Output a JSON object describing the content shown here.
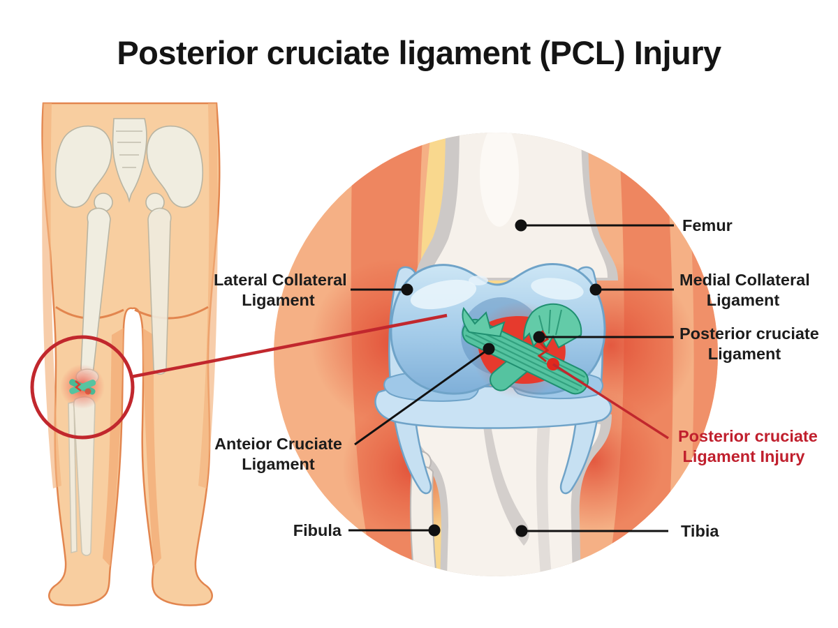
{
  "title": "Posterior cruciate ligament (PCL) Injury",
  "labels": {
    "femur": {
      "text": "Femur"
    },
    "medial_collateral": {
      "text": "Medial Collateral\nLigament"
    },
    "posterior_cruciate": {
      "text": "Posterior cruciate\nLigament"
    },
    "pcl_injury": {
      "text": "Posterior cruciate\nLigament Injury"
    },
    "tibia": {
      "text": "Tibia"
    },
    "lateral_collateral": {
      "text": "Lateral Collateral\nLigament"
    },
    "anterior_cruciate": {
      "text": "Anteior Cruciate\nLigament"
    },
    "fibula": {
      "text": "Fibula"
    }
  },
  "colors": {
    "title_text": "#141414",
    "label_text": "#1c1c1c",
    "injury_text_red": "#c01f2d",
    "callout_black": "#111111",
    "zoom_red": "#c1272d",
    "circle_background": "#f9d88e",
    "skin": "#f8cea0",
    "bone": "#f4efe8",
    "cartilage_blue": "#a9cee9",
    "ligament_teal": "#55c3a0",
    "tear_red": "#e63a2d",
    "muscle_salmon": "#ee8660"
  }
}
